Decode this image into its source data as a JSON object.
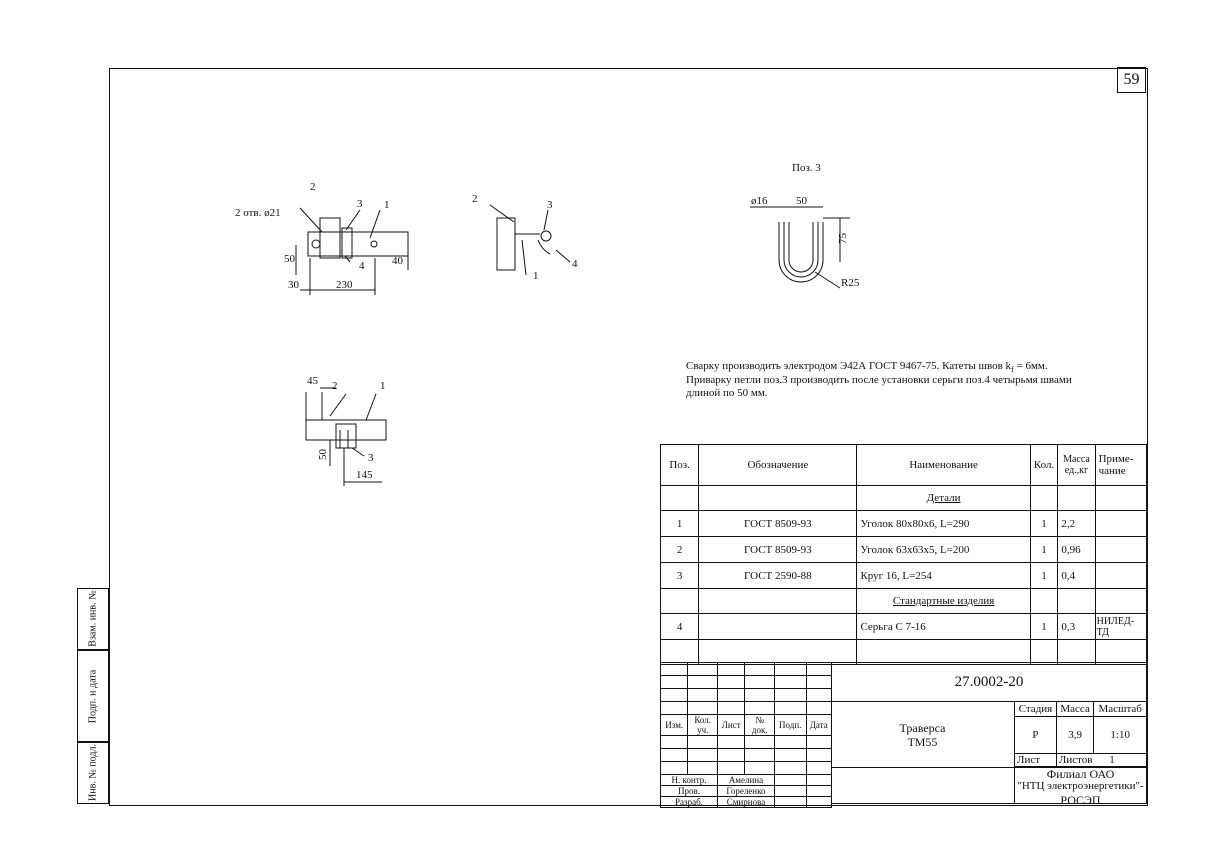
{
  "sheet_number": "59",
  "side_stamp": [
    "Инв. № подл.",
    "Подп. и дата",
    "Взам. инв. №"
  ],
  "drawing": {
    "pos3_title": "Поз. 3",
    "labels_view1": {
      "holes": "2 отв.  ø21",
      "p2": "2",
      "p3": "3",
      "p1": "1",
      "p4": "4",
      "d50": "50",
      "d40": "40",
      "d30": "30",
      "d230": "230"
    },
    "labels_view2": {
      "p2": "2",
      "p3": "3",
      "p4": "4",
      "p1": "1"
    },
    "labels_view3": {
      "dia": "ø16",
      "d50": "50",
      "d75": "75",
      "r25": "R25"
    },
    "labels_view4": {
      "d45": "45",
      "p2": "2",
      "p1": "1",
      "d50": "50",
      "p3": "3",
      "d145": "145"
    }
  },
  "notes": [
    "Сварку производить электродом Э42А ГОСТ 9467-75.  Катеты швов k",
    "f",
    " = 6мм.",
    "Приварку петли поз.3 производить после установки серьги поз.4 четырьмя швами",
    "длиной по 50 мм."
  ],
  "spec": {
    "headers": {
      "pos": "Поз.",
      "des": "Обозначение",
      "name": "Наименование",
      "qty": "Кол.",
      "mass": "Масса ед.,кг",
      "note": "Приме-чание"
    },
    "section_parts": "Детали",
    "section_std": "Стандартные изделия",
    "rows": [
      {
        "pos": "1",
        "des": "ГОСТ 8509-93",
        "name": "Уголок 80х80х6, L=290",
        "qty": "1",
        "mass": "2,2",
        "note": ""
      },
      {
        "pos": "2",
        "des": "ГОСТ 8509-93",
        "name": "Уголок 63х63х5,  L=200",
        "qty": "1",
        "mass": "0,96",
        "note": ""
      },
      {
        "pos": "3",
        "des": "ГОСТ 2590-88",
        "name": "Круг 16, L=254",
        "qty": "1",
        "mass": "0,4",
        "note": ""
      }
    ],
    "std_rows": [
      {
        "pos": "4",
        "des": "",
        "name": "Серьга С 7-16",
        "qty": "1",
        "mass": "0,3",
        "note": "НИЛЕД-ТД"
      }
    ]
  },
  "titleblock": {
    "code": "27.0002-20",
    "title1": "Траверса",
    "title2": "ТМ55",
    "col_headers": [
      "Изм.",
      "Кол. уч.",
      "Лист",
      "№ док.",
      "Подп.",
      "Дата"
    ],
    "roles": [
      "Н. контр.",
      "Пров.",
      "Разраб."
    ],
    "names": [
      "Амелина",
      "Гореленко",
      "Смирнова"
    ],
    "stage_label": "Стадия",
    "mass_label": "Масса",
    "scale_label": "Масштаб",
    "stage": "Р",
    "mass": "3,9",
    "scale": "1:10",
    "sheet_label": "Лист",
    "sheets_label": "Листов",
    "sheets": "1",
    "org1": "Филиал ОАО",
    "org2": "\"НТЦ электроэнергетики\"-",
    "org3": "РОСЭП"
  }
}
